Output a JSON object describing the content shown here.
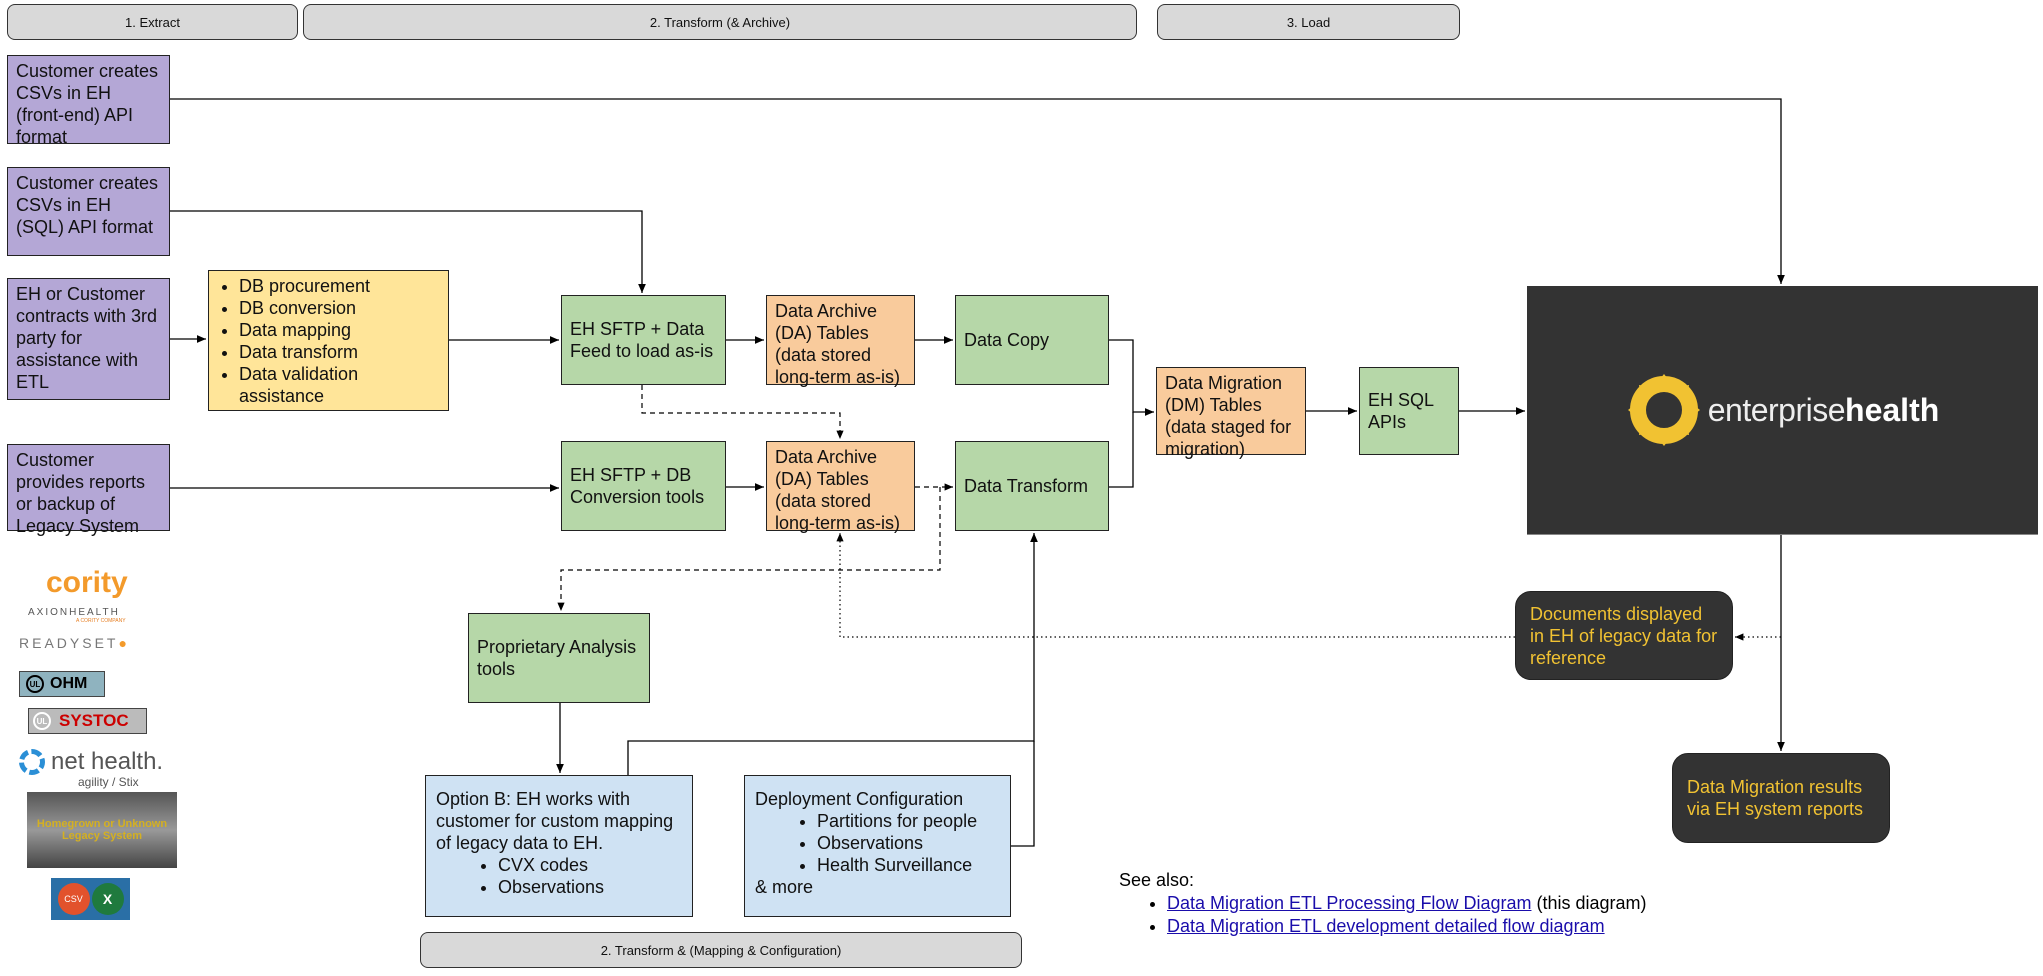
{
  "phases": {
    "extract": "1. Extract",
    "transform_archive": "2. Transform (& Archive)",
    "load": "3. Load",
    "transform_mapping": "2. Transform & (Mapping & Configuration)"
  },
  "sources": [
    "Customer creates CSVs in EH (front-end) API format",
    "Customer creates CSVs in EH (SQL) API format",
    "EH or Customer contracts with 3rd party for assistance with ETL",
    "Customer provides reports or backup of Legacy System"
  ],
  "third_party_services": [
    "DB procurement",
    "DB conversion",
    "Data mapping",
    "Data transform",
    "Data validation assistance"
  ],
  "nodes": {
    "sftp_data_feed": "EH SFTP + Data Feed to load as-is",
    "sftp_db_conversion": "EH SFTP + DB Conversion tools",
    "da_tables_1": "Data Archive (DA) Tables (data stored long-term as-is)",
    "da_tables_2": "Data Archive (DA) Tables (data stored long-term as-is)",
    "data_copy": "Data Copy",
    "data_transform": "Data Transform",
    "dm_tables": "Data Migration (DM) Tables (data staged for migration)",
    "eh_sql_apis": "EH SQL APIs",
    "proprietary_tools": "Proprietary Analysis tools",
    "documents_displayed": "Documents displayed in EH of legacy data for reference",
    "migration_results": "Data Migration results via EH system reports"
  },
  "option_b": {
    "text": "Option B: EH works with customer for custom mapping of legacy data to EH.",
    "items": [
      "CVX codes",
      "Observations"
    ]
  },
  "deployment": {
    "title": "Deployment Configuration",
    "items": [
      "Partitions for people",
      "Observations",
      "Health Surveillance"
    ],
    "footer": "& more"
  },
  "brand": {
    "logo_light": "enterprise",
    "logo_bold": "health",
    "accent": "#f1c232",
    "bg": "#333333"
  },
  "legacy_logos": {
    "cority": "cority",
    "axion": "AXIONHEALTH",
    "axion_sub": "A CORITY COMPANY",
    "readyset": "READYSET",
    "ohm": "OHM",
    "systoc": "SYSTOC",
    "nethealth": "net health.",
    "nethealth_sub": "agility / Stix",
    "homegrown": "Homegrown or Unknown Legacy System",
    "csv": "CSV",
    "excel": "X"
  },
  "see_also": {
    "title": "See also:",
    "links": [
      {
        "label": "Data Migration ETL Processing Flow Diagram",
        "note": "(this diagram)"
      },
      {
        "label": "Data Migration ETL development detailed flow diagram",
        "note": ""
      }
    ]
  },
  "colors": {
    "source": "#b4a7d6",
    "service": "#ffe599",
    "process": "#b6d7a8",
    "table": "#f9cb9c",
    "config": "#cfe2f3",
    "phase": "#d9d9d9"
  }
}
